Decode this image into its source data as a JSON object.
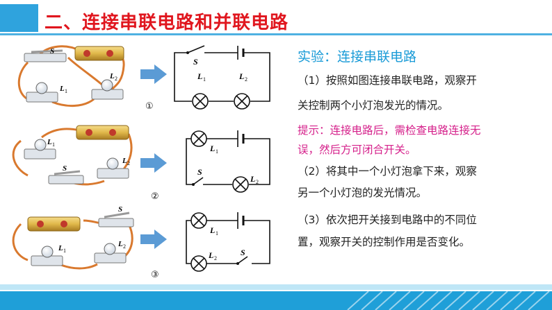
{
  "title": "二、连接串联电路和并联电路",
  "experiment": {
    "heading": "实验：连接串联电路",
    "step1_line1": "（1）按照如图连接串联电路，观察开",
    "step1_line2": "关控制两个小灯泡发光的情况。",
    "hint_line1": "提示：连接电路后，需检查电路连接无",
    "hint_line2": "误，然后方可闭合开关。",
    "step2_line1": "（2）将其中一个小灯泡拿下来，观察",
    "step2_line2": "另一个小灯泡的发光情况。",
    "step3_line1": "（3）依次把开关接到电路中的不同位",
    "step3_line2": "置，观察开关的控制作用是否变化。"
  },
  "diagrams": [
    {
      "number": "①",
      "labels": {
        "switch": "S",
        "lamp1": "L",
        "lamp1_sub": "1",
        "lamp2": "L",
        "lamp2_sub": "2"
      }
    },
    {
      "number": "②",
      "labels": {
        "switch": "S",
        "lamp1": "L",
        "lamp1_sub": "1",
        "lamp2": "L",
        "lamp2_sub": "2"
      }
    },
    {
      "number": "③",
      "labels": {
        "switch": "S",
        "lamp1": "L",
        "lamp1_sub": "1",
        "lamp2": "L",
        "lamp2_sub": "2"
      }
    }
  ],
  "colors": {
    "title": "#e0161e",
    "accent_blue": "#2fa3dd",
    "heading_blue": "#1a9bd7",
    "hint_magenta": "#d51f8a",
    "wire_orange": "#d9792e",
    "battery_gold": "#e0b84a"
  }
}
